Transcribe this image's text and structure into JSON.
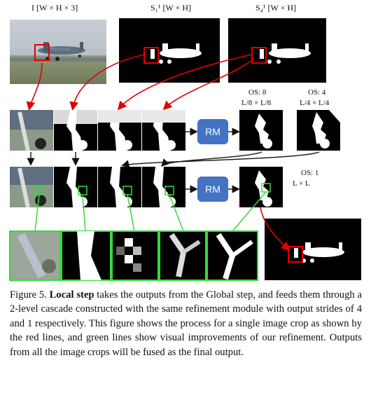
{
  "headers": {
    "input_image": "I [W × H × 3]",
    "seg_s1": "S₁¹ [W × H]",
    "seg_s4": "S₄¹ [W × H]"
  },
  "stride_labels": {
    "os8_title": "OS: 8",
    "os8_size": "L/8 × L/8",
    "os4_title": "OS: 4",
    "os4_size": "L/4 × L/4",
    "os1_title": "OS: 1",
    "os1_size": "L × L"
  },
  "modules": {
    "rm_top": "RM",
    "rm_bottom": "RM"
  },
  "colors": {
    "crop_lines": "#e00000",
    "improvement_lines": "#33dd33",
    "rm_box": "#4472c4"
  },
  "caption": {
    "figure_number": "Figure 5.",
    "bold_term": "Local step",
    "body": "takes the outputs from the Global step, and feeds them through a 2-level cascade constructed with the same refinement module with output strides of 4 and 1 respectively. This figure shows the process for a single image crop as shown by the red lines, and green lines show visual improvements of our refinement. Outputs from all the image crops will be fused as the final output."
  }
}
